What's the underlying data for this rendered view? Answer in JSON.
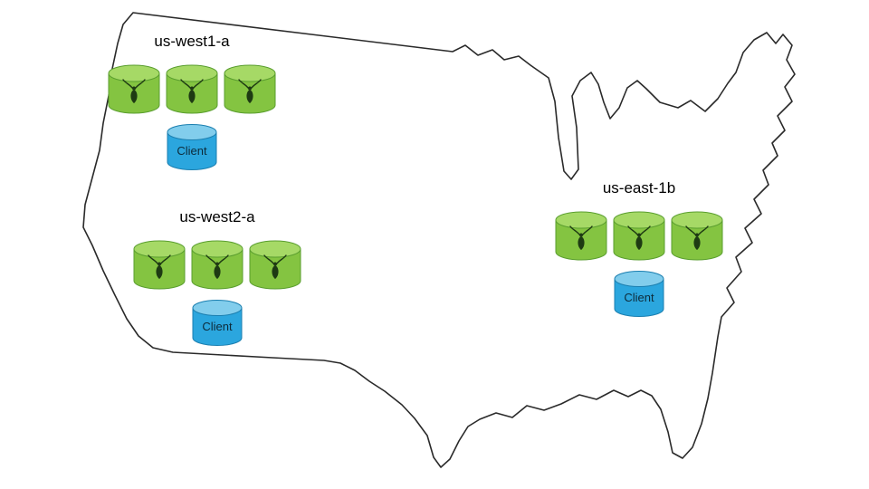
{
  "regions": [
    {
      "label": "us-west1-a",
      "nodes": 3,
      "client_label": "Client"
    },
    {
      "label": "us-west2-a",
      "nodes": 3,
      "client_label": "Client"
    },
    {
      "label": "us-east-1b",
      "nodes": 3,
      "client_label": "Client"
    }
  ],
  "colors": {
    "node-green": "#84c441",
    "node-green-top": "#a6d966",
    "node-stroke": "#5a9e2f",
    "client-blue": "#2ba6de",
    "client-blue-top": "#82cdec",
    "client-stroke": "#1b7fb0",
    "bug-dark": "#1e3a13",
    "map-stroke": "#2a2a2a",
    "label-color": "#000000"
  }
}
